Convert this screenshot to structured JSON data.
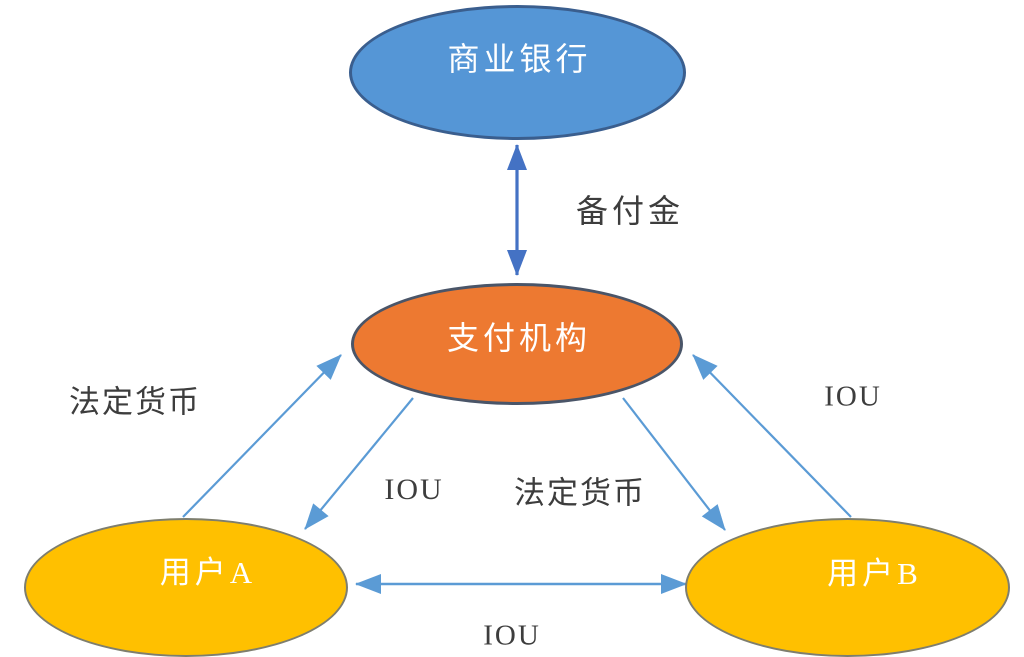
{
  "diagram": {
    "title": "third-party-payment-flow-diagram",
    "background_color": "#ffffff",
    "nodes": [
      {
        "id": "bank",
        "label": "商业银行",
        "shape": "ellipse",
        "fill": "#5596D6",
        "stroke": "#3A5E8E",
        "text_color": "#ffffff"
      },
      {
        "id": "payment",
        "label": "支付机构",
        "shape": "ellipse",
        "fill": "#ED7931",
        "stroke": "#4A5568",
        "text_color": "#ffffff"
      },
      {
        "id": "userA",
        "label": "用户A",
        "shape": "ellipse",
        "fill": "#FFC000",
        "stroke": "#7E7E6E",
        "text_color": "#ffffff"
      },
      {
        "id": "userB",
        "label": "用户B",
        "shape": "ellipse",
        "fill": "#FFC000",
        "stroke": "#7E7E6E",
        "text_color": "#ffffff"
      }
    ],
    "edges": [
      {
        "id": "bank-payment",
        "from": "bank",
        "to": "payment",
        "direction": "both",
        "color": "#4472C4"
      },
      {
        "id": "userA-payment",
        "from": "userA",
        "to": "payment",
        "direction": "one-way",
        "color": "#5B9BD5"
      },
      {
        "id": "payment-userA",
        "from": "payment",
        "to": "userA",
        "direction": "one-way",
        "color": "#5B9BD5"
      },
      {
        "id": "userB-payment",
        "from": "userB",
        "to": "payment",
        "direction": "one-way",
        "color": "#5B9BD5"
      },
      {
        "id": "payment-userB",
        "from": "payment",
        "to": "userB",
        "direction": "one-way",
        "color": "#5B9BD5"
      },
      {
        "id": "userA-userB",
        "from": "userA",
        "to": "userB",
        "direction": "both",
        "color": "#5B9BD5"
      }
    ],
    "labels": [
      {
        "id": "reserve",
        "text": "备付金"
      },
      {
        "id": "fiat-left",
        "text": "法定货币"
      },
      {
        "id": "iou-mid",
        "text": "IOU"
      },
      {
        "id": "fiat-mid",
        "text": "法定货币"
      },
      {
        "id": "iou-right",
        "text": "IOU"
      },
      {
        "id": "iou-bottom",
        "text": "IOU"
      }
    ],
    "colors": {
      "arrow_dark": "#4472C4",
      "arrow_light": "#5B9BD5",
      "label_text": "#3D3D3D"
    }
  }
}
